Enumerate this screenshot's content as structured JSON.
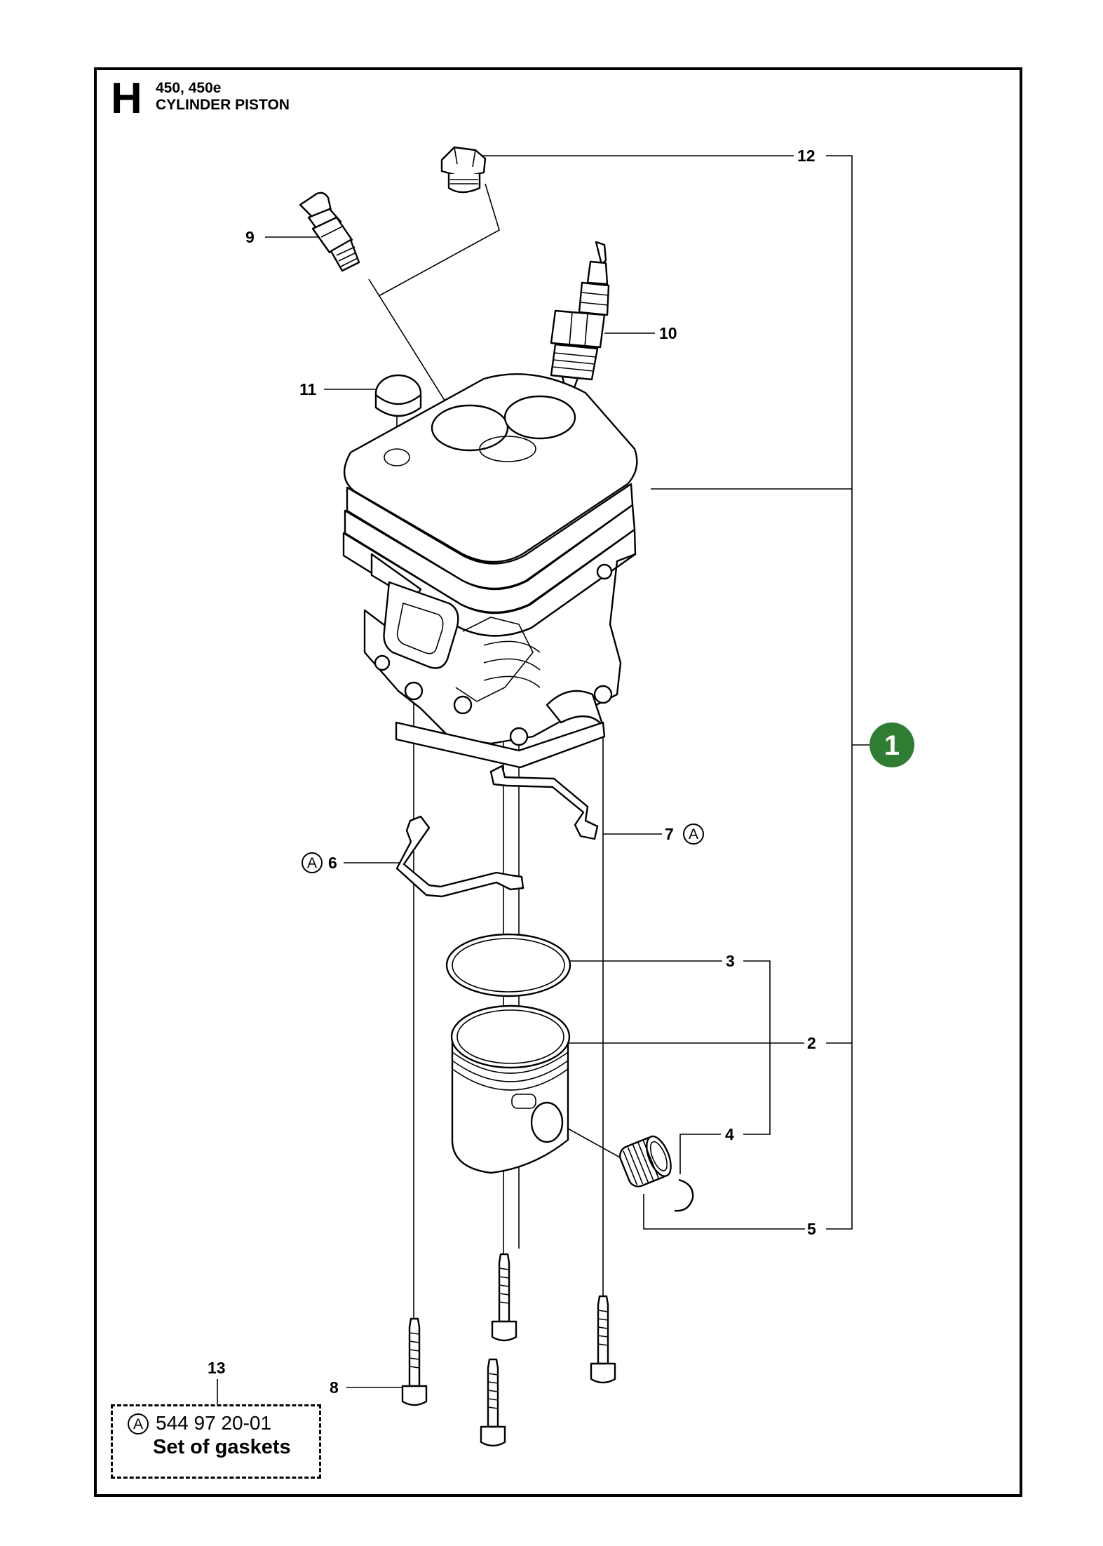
{
  "header": {
    "section_letter": "H",
    "models": "450, 450e",
    "title": "CYLINDER PISTON"
  },
  "callouts": {
    "c1": "1",
    "c2": "2",
    "c3": "3",
    "c4": "4",
    "c5": "5",
    "c6": "6",
    "c7": "7",
    "c8": "8",
    "c9": "9",
    "c10": "10",
    "c11": "11",
    "c12": "12",
    "c13": "13"
  },
  "kit_marker": "A",
  "gasket_set": {
    "marker": "A",
    "code": "544 97 20-01",
    "description": "Set of gaskets"
  },
  "colors": {
    "badge_green": "#2e7d32"
  }
}
